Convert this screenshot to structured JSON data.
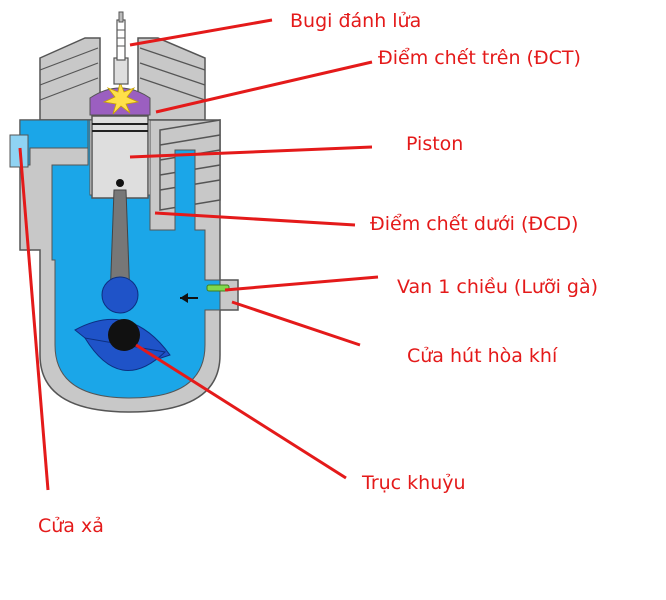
{
  "labels": {
    "spark_plug": "Bugi đánh lửa",
    "tdc": "Điểm chết trên (ĐCT)",
    "piston": "Piston",
    "bdc": "Điểm chết dưới (ĐCD)",
    "reed_valve": "Van 1 chiều (Lưỡi gà)",
    "intake_port": "Cửa hút hòa khí",
    "crankshaft": "Trục khuỷu",
    "exhaust_port": "Cửa xả"
  },
  "colors": {
    "engine_body": "#c8c8c8",
    "engine_outline": "#555555",
    "coolant_passage": "#1ba6e8",
    "light_blue": "#8fd3f3",
    "combustion_chamber": "#9b5fc0",
    "spark_flash": "#ffe04a",
    "piston": "#dedede",
    "connecting_rod": "#777777",
    "crank": "#1f53c8",
    "reed_valve": "#7fd94d",
    "leader_lines": "#e41a1a"
  }
}
